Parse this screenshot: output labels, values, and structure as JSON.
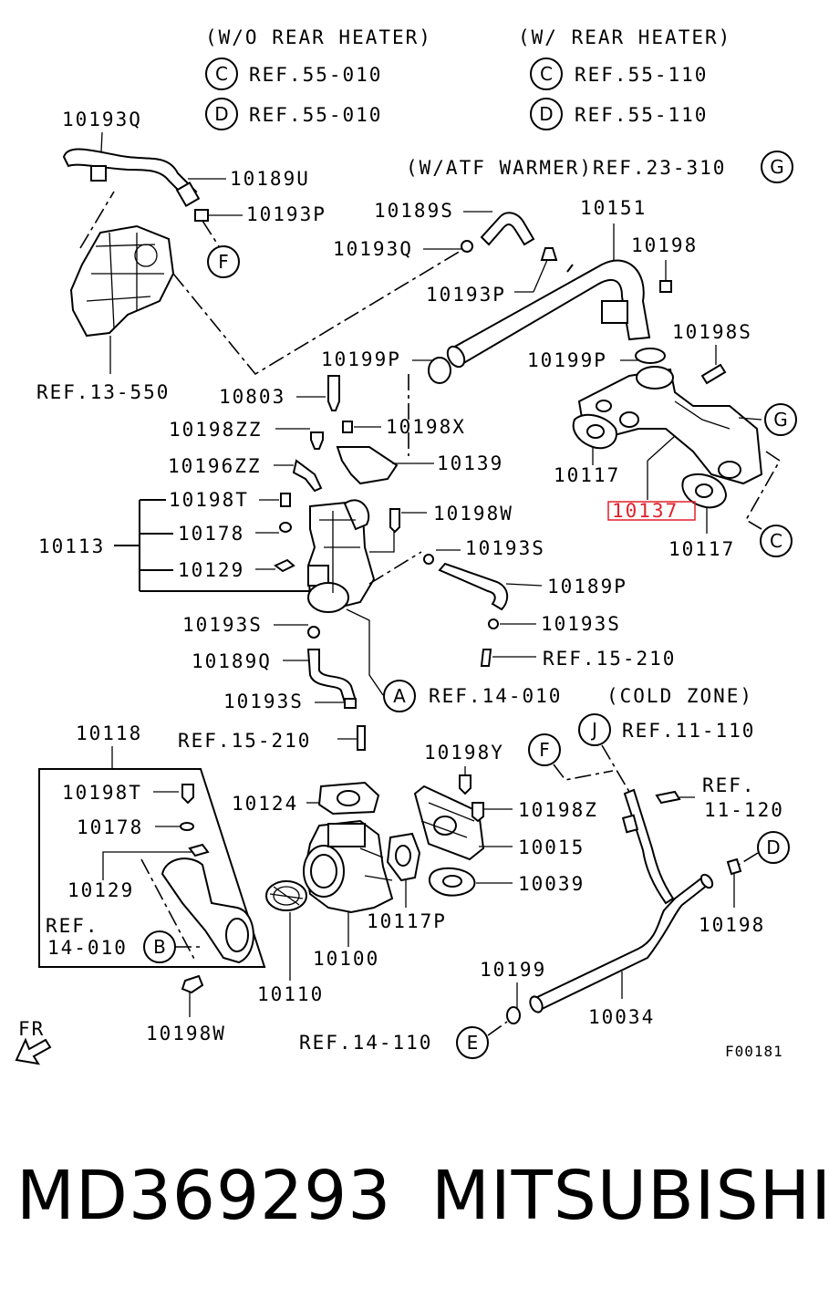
{
  "header": {
    "wo_rear_heater": "(W/O REAR HEATER)",
    "w_rear_heater": "(W/ REAR HEATER)",
    "wo_c_ref": "REF.55-010",
    "wo_d_ref": "REF.55-010",
    "w_c_ref": "REF.55-110",
    "w_d_ref": "REF.55-110",
    "atf_warmer": "(W/ATF WARMER)REF.23-310"
  },
  "callouts": {
    "A": "A",
    "B": "B",
    "C": "C",
    "D": "D",
    "E": "E",
    "F": "F",
    "G": "G",
    "J": "J"
  },
  "parts": {
    "p10193Q_a": "10193Q",
    "p10189U": "10189U",
    "p10193P_a": "10193P",
    "ref_13_550": "REF.13-550",
    "p10189S": "10189S",
    "p10151": "10151",
    "p10193Q_b": "10193Q",
    "p10198_a": "10198",
    "p10193P_b": "10193P",
    "p10198S": "10198S",
    "p10199P_a": "10199P",
    "p10199P_b": "10199P",
    "p10803": "10803",
    "p10198ZZ": "10198ZZ",
    "p10198X": "10198X",
    "p10196ZZ": "10196ZZ",
    "p10139": "10139",
    "p10117_a": "10117",
    "p10137": "10137",
    "p10117_b": "10117",
    "p10198T_a": "10198T",
    "p10113": "10113",
    "p10178_a": "10178",
    "p10198W_a": "10198W",
    "p10193S_a": "10193S",
    "p10129_a": "10129",
    "p10189P": "10189P",
    "p10193S_b": "10193S",
    "p10193S_c": "10193S",
    "ref_15_210_a": "REF.15-210",
    "p10189Q": "10189Q",
    "p10193S_d": "10193S",
    "ref_14_010_a": "REF.14-010",
    "cold_zone": "(COLD ZONE)",
    "p10118": "10118",
    "ref_15_210_b": "REF.15-210",
    "ref_11_110": "REF.11-110",
    "p10198T_b": "10198T",
    "p10124": "10124",
    "p10198Y": "10198Y",
    "ref_11_120_a": "REF.",
    "ref_11_120_b": "11-120",
    "p10178_b": "10178",
    "p10198Z": "10198Z",
    "p10015": "10015",
    "p10129_b": "10129",
    "p10039": "10039",
    "ref_14_010_b1": "REF.",
    "ref_14_010_b2": "14-010",
    "p10117P": "10117P",
    "p10198_b": "10198",
    "p10100": "10100",
    "p10199": "10199",
    "p10110": "10110",
    "p10034": "10034",
    "p10198W_b": "10198W",
    "ref_14_110": "REF.14-110",
    "fr": "FR",
    "figure_code": "F00181"
  },
  "highlight": {
    "part": "p10137",
    "color": "#e0202a"
  },
  "footer": {
    "part_number": "MD369293",
    "brand": "MITSUBISHI"
  }
}
